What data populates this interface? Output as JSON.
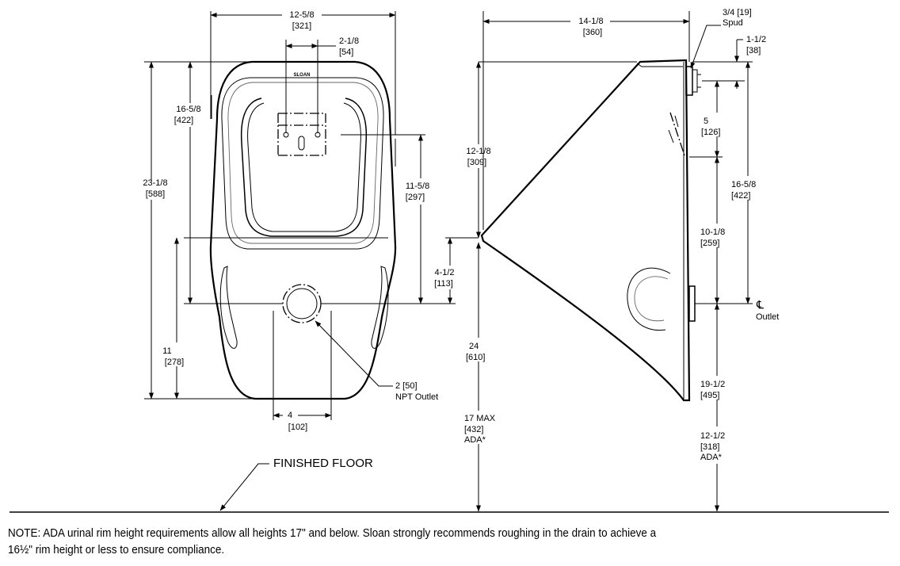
{
  "front_view": {
    "width_dim": {
      "in": "12-5/8",
      "mm": "[321]"
    },
    "spud_spacing_dim": {
      "in": "2-1/8",
      "mm": "[54]"
    },
    "overall_height_dim": {
      "in": "23-1/8",
      "mm": "[588]"
    },
    "upper_height_dim": {
      "in": "16-5/8",
      "mm": "[422]"
    },
    "outlet_height_dim": {
      "in": "11",
      "mm": "[278]"
    },
    "bowl_to_outlet_dim": {
      "in": "11-5/8",
      "mm": "[297]"
    },
    "lip_to_outlet_dim": {
      "in": "4-1/2",
      "mm": "[113]"
    },
    "outlet_width_dim": {
      "in": "4",
      "mm": "[102]"
    },
    "outlet_callout": {
      "size": "2 [50]",
      "label": "NPT Outlet"
    },
    "logo_text": "SLOAN"
  },
  "side_view": {
    "depth_dim": {
      "in": "14-1/8",
      "mm": "[360]"
    },
    "spud_callout": {
      "size": "3/4 [19]",
      "label": "Spud"
    },
    "spud_offset_dim": {
      "in": "1-1/2",
      "mm": "[38]"
    },
    "spud_drop_dim": {
      "in": "5",
      "mm": "[126]"
    },
    "lip_height_dim": {
      "in": "12-1/8",
      "mm": "[309]"
    },
    "rim_height_dim": {
      "in": "24",
      "mm": "[610]"
    },
    "ada_rim_dim": {
      "in": "17 MAX",
      "mm": "[432]",
      "note": "ADA*"
    },
    "spud_to_outlet_dim": {
      "in": "16-5/8",
      "mm": "[422]"
    },
    "mid_to_outlet_dim": {
      "in": "10-1/8",
      "mm": "[259]"
    },
    "outlet_floor_dim": {
      "in": "19-1/2",
      "mm": "[495]"
    },
    "ada_outlet_dim": {
      "in": "12-1/2",
      "mm": "[318]",
      "note": "ADA*"
    },
    "outlet_symbol": "℄",
    "outlet_label": "Outlet"
  },
  "floor_label": "FINISHED FLOOR",
  "note": {
    "line1": "NOTE: ADA urinal rim height requirements allow all heights 17\" and below. Sloan strongly recommends roughing in the drain to achieve a",
    "line2": "16½\" rim height or less to ensure compliance."
  },
  "colors": {
    "ink": "#000000",
    "background": "#ffffff"
  }
}
